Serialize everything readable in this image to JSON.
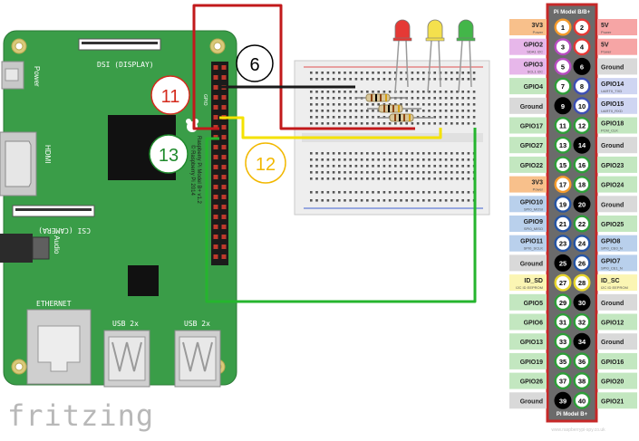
{
  "board": {
    "power_label": "Power",
    "dsi_label": "DSI (DISPLAY)",
    "hdmi_label": "HDMI",
    "csi_label": "CSI (CAMERA)",
    "audio_label": "Audio",
    "ethernet_label": "ETHERNET",
    "usb_left_label": "USB 2x",
    "usb_right_label": "USB 2x",
    "model_text": "Raspberry Pi Model B+ v1.2",
    "copyright_text": "© Raspberry Pi 2014",
    "header_tag": "GPIO"
  },
  "brand": "fritzing",
  "callouts": [
    {
      "label": "6",
      "color": "#000000"
    },
    {
      "label": "11",
      "color": "#d42a1c"
    },
    {
      "label": "12",
      "color": "#f2b800"
    },
    {
      "label": "13",
      "color": "#1f8a2c"
    }
  ],
  "wire_colors": {
    "black": "#1a1a1a",
    "red": "#c2191b",
    "yellow": "#f4e200",
    "green": "#25b52e"
  },
  "leds": [
    {
      "color_name": "red",
      "color": "#e53935"
    },
    {
      "color_name": "yellow",
      "color": "#f4e04d"
    },
    {
      "color_name": "green",
      "color": "#43b649"
    }
  ],
  "pinout": {
    "title_top": "Pi Model B/B+",
    "title_bottom": "Pi Model B+",
    "footer": "www.raspberrypi-spy.co.uk",
    "rows": [
      {
        "left": {
          "name": "3V3",
          "sub": "Power",
          "num": "1",
          "kind": "power3"
        },
        "right": {
          "name": "5V",
          "sub": "Power",
          "num": "2",
          "kind": "power5"
        }
      },
      {
        "left": {
          "name": "GPIO2",
          "sub": "SDA1 I2C",
          "num": "3",
          "kind": "i2c"
        },
        "right": {
          "name": "5V",
          "sub": "Power",
          "num": "4",
          "kind": "power5"
        }
      },
      {
        "left": {
          "name": "GPIO3",
          "sub": "SCL1 I2C",
          "num": "5",
          "kind": "i2c"
        },
        "right": {
          "name": "Ground",
          "sub": "",
          "num": "6",
          "kind": "ground"
        }
      },
      {
        "left": {
          "name": "GPIO4",
          "sub": "",
          "num": "7",
          "kind": "gpio"
        },
        "right": {
          "name": "GPIO14",
          "sub": "UART0_TXD",
          "num": "8",
          "kind": "uart"
        }
      },
      {
        "left": {
          "name": "Ground",
          "sub": "",
          "num": "9",
          "kind": "ground"
        },
        "right": {
          "name": "GPIO15",
          "sub": "UART0_RXD",
          "num": "10",
          "kind": "uart"
        }
      },
      {
        "left": {
          "name": "GPIO17",
          "sub": "",
          "num": "11",
          "kind": "gpio"
        },
        "right": {
          "name": "GPIO18",
          "sub": "PCM_CLK",
          "num": "12",
          "kind": "gpio"
        }
      },
      {
        "left": {
          "name": "GPIO27",
          "sub": "",
          "num": "13",
          "kind": "gpio"
        },
        "right": {
          "name": "Ground",
          "sub": "",
          "num": "14",
          "kind": "ground"
        }
      },
      {
        "left": {
          "name": "GPIO22",
          "sub": "",
          "num": "15",
          "kind": "gpio"
        },
        "right": {
          "name": "GPIO23",
          "sub": "",
          "num": "16",
          "kind": "gpio"
        }
      },
      {
        "left": {
          "name": "3V3",
          "sub": "Power",
          "num": "17",
          "kind": "power3"
        },
        "right": {
          "name": "GPIO24",
          "sub": "",
          "num": "18",
          "kind": "gpio"
        }
      },
      {
        "left": {
          "name": "GPIO10",
          "sub": "SPI0_MOSI",
          "num": "19",
          "kind": "spi"
        },
        "right": {
          "name": "Ground",
          "sub": "",
          "num": "20",
          "kind": "ground"
        }
      },
      {
        "left": {
          "name": "GPIO9",
          "sub": "SPI0_MISO",
          "num": "21",
          "kind": "spi"
        },
        "right": {
          "name": "GPIO25",
          "sub": "",
          "num": "22",
          "kind": "gpio"
        }
      },
      {
        "left": {
          "name": "GPIO11",
          "sub": "SPI0_SCLK",
          "num": "23",
          "kind": "spi"
        },
        "right": {
          "name": "GPIO8",
          "sub": "SPI0_CE0_N",
          "num": "24",
          "kind": "spi"
        }
      },
      {
        "left": {
          "name": "Ground",
          "sub": "",
          "num": "25",
          "kind": "ground"
        },
        "right": {
          "name": "GPIO7",
          "sub": "SPI0_CE1_N",
          "num": "26",
          "kind": "spi"
        }
      },
      {
        "left": {
          "name": "ID_SD",
          "sub": "I2C ID EEPROM",
          "num": "27",
          "kind": "id"
        },
        "right": {
          "name": "ID_SC",
          "sub": "I2C ID EEPROM",
          "num": "28",
          "kind": "id"
        }
      },
      {
        "left": {
          "name": "GPIO5",
          "sub": "",
          "num": "29",
          "kind": "gpio"
        },
        "right": {
          "name": "Ground",
          "sub": "",
          "num": "30",
          "kind": "ground"
        }
      },
      {
        "left": {
          "name": "GPIO6",
          "sub": "",
          "num": "31",
          "kind": "gpio"
        },
        "right": {
          "name": "GPIO12",
          "sub": "",
          "num": "32",
          "kind": "gpio"
        }
      },
      {
        "left": {
          "name": "GPIO13",
          "sub": "",
          "num": "33",
          "kind": "gpio"
        },
        "right": {
          "name": "Ground",
          "sub": "",
          "num": "34",
          "kind": "ground"
        }
      },
      {
        "left": {
          "name": "GPIO19",
          "sub": "",
          "num": "35",
          "kind": "gpio"
        },
        "right": {
          "name": "GPIO16",
          "sub": "",
          "num": "36",
          "kind": "gpio"
        }
      },
      {
        "left": {
          "name": "GPIO26",
          "sub": "",
          "num": "37",
          "kind": "gpio"
        },
        "right": {
          "name": "GPIO20",
          "sub": "",
          "num": "38",
          "kind": "gpio"
        }
      },
      {
        "left": {
          "name": "Ground",
          "sub": "",
          "num": "39",
          "kind": "ground"
        },
        "right": {
          "name": "GPIO21",
          "sub": "",
          "num": "40",
          "kind": "gpio"
        }
      }
    ],
    "kind_colors": {
      "power3": {
        "bg": "#f8c08b",
        "ring": "#f49a2b",
        "fill": "#ffffff",
        "text": "#000000"
      },
      "power5": {
        "bg": "#f6a5a5",
        "ring": "#e53935",
        "fill": "#ffffff",
        "text": "#000000"
      },
      "i2c": {
        "bg": "#e7b7ea",
        "ring": "#b84bc1",
        "fill": "#ffffff",
        "text": "#000000"
      },
      "gpio": {
        "bg": "#c3e7c0",
        "ring": "#2e9e39",
        "fill": "#ffffff",
        "text": "#000000"
      },
      "uart": {
        "bg": "#cfd5f2",
        "ring": "#3d4fb5",
        "fill": "#ffffff",
        "text": "#000000"
      },
      "spi": {
        "bg": "#b9d0ec",
        "ring": "#2554a4",
        "fill": "#ffffff",
        "text": "#000000"
      },
      "ground": {
        "bg": "#d9d9d9",
        "ring": "#000000",
        "fill": "#000000",
        "text": "#ffffff"
      },
      "id": {
        "bg": "#fbf5b3",
        "ring": "#e6d42c",
        "fill": "#ffffff",
        "text": "#000000"
      }
    }
  }
}
